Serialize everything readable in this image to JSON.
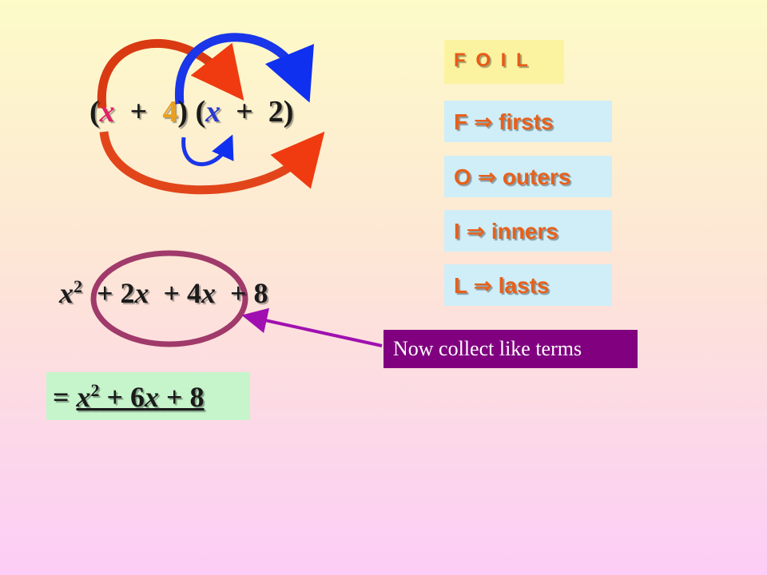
{
  "expression": {
    "open1": "(",
    "x1": "x",
    "plus1": "+",
    "four": "4",
    "close_open": ") (",
    "x2": "x",
    "plus2": "+",
    "two_close": "2)"
  },
  "foil": {
    "title": "F O I L",
    "items": [
      {
        "letter": "F",
        "arrow": "⇒",
        "word": "firsts"
      },
      {
        "letter": "O",
        "arrow": "⇒",
        "word": "outers"
      },
      {
        "letter": "I",
        "arrow": "⇒",
        "word": "inners"
      },
      {
        "letter": "L",
        "arrow": "⇒",
        "word": "lasts"
      }
    ]
  },
  "expanded": {
    "x": "x",
    "sq": "2",
    "term2_coef": "+ 2",
    "term2_var": "x",
    "term3_coef": "+ 4",
    "term3_var": "x",
    "term4": "+ 8"
  },
  "callout": "Now collect like terms",
  "result": {
    "eq": "=",
    "x": "x",
    "sq": "2",
    "rest_coef": "+ 6",
    "rest_var": "x",
    "rest_const": "+ 8"
  },
  "colors": {
    "firsts_arrow": "#d93a12",
    "lasts_arrow": "#1a36e8",
    "oval": "#a03a6a",
    "callout_bg": "#800080",
    "callout_line": "#a010b0"
  }
}
